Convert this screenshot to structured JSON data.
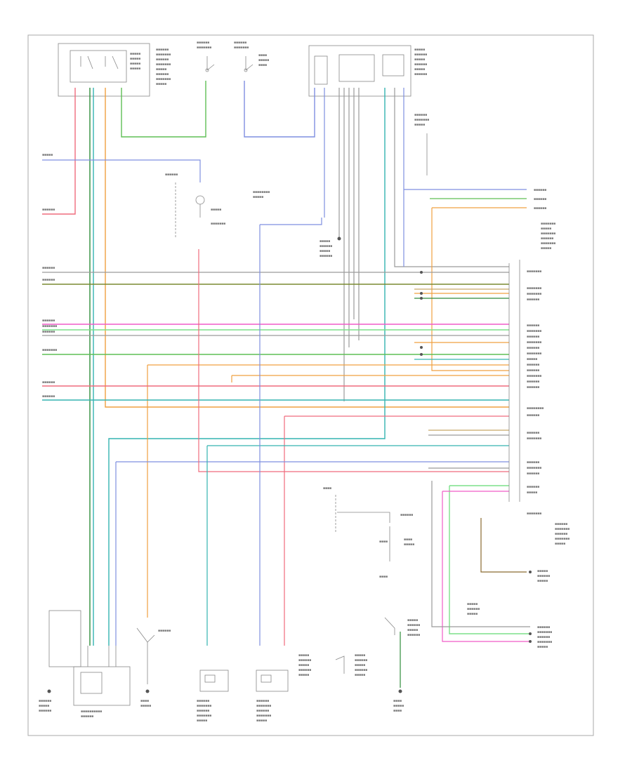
{
  "diagram": {
    "footer_code": "",
    "colors": {
      "red": "#ef6b7d",
      "green": "#5fbf55",
      "dark_green": "#2e8b3a",
      "orange": "#f0a040",
      "tan": "#c8a868",
      "blue": "#7f8fe0",
      "teal": "#34b4b0",
      "pink": "#f05cc8",
      "light_green": "#7ce08a",
      "gray": "#9a9a9a",
      "olive": "#7a8a30",
      "brown": "#8a6a30"
    },
    "components": [
      {
        "id": "fuel-pump-relay-top",
        "label": ""
      },
      {
        "id": "ignition-switch-1",
        "label": ""
      },
      {
        "id": "ignition-switch-2",
        "label": ""
      },
      {
        "id": "relay-box-top-right",
        "label": ""
      },
      {
        "id": "ecm-connector",
        "label": ""
      },
      {
        "id": "fuel-pump-module",
        "label": ""
      },
      {
        "id": "inertia-switch",
        "label": ""
      },
      {
        "id": "transmission-range-sensor",
        "label": ""
      },
      {
        "id": "turbine-speed-sensor",
        "label": ""
      },
      {
        "id": "output-shaft-sensor",
        "label": ""
      },
      {
        "id": "brake-switch",
        "label": ""
      }
    ]
  }
}
